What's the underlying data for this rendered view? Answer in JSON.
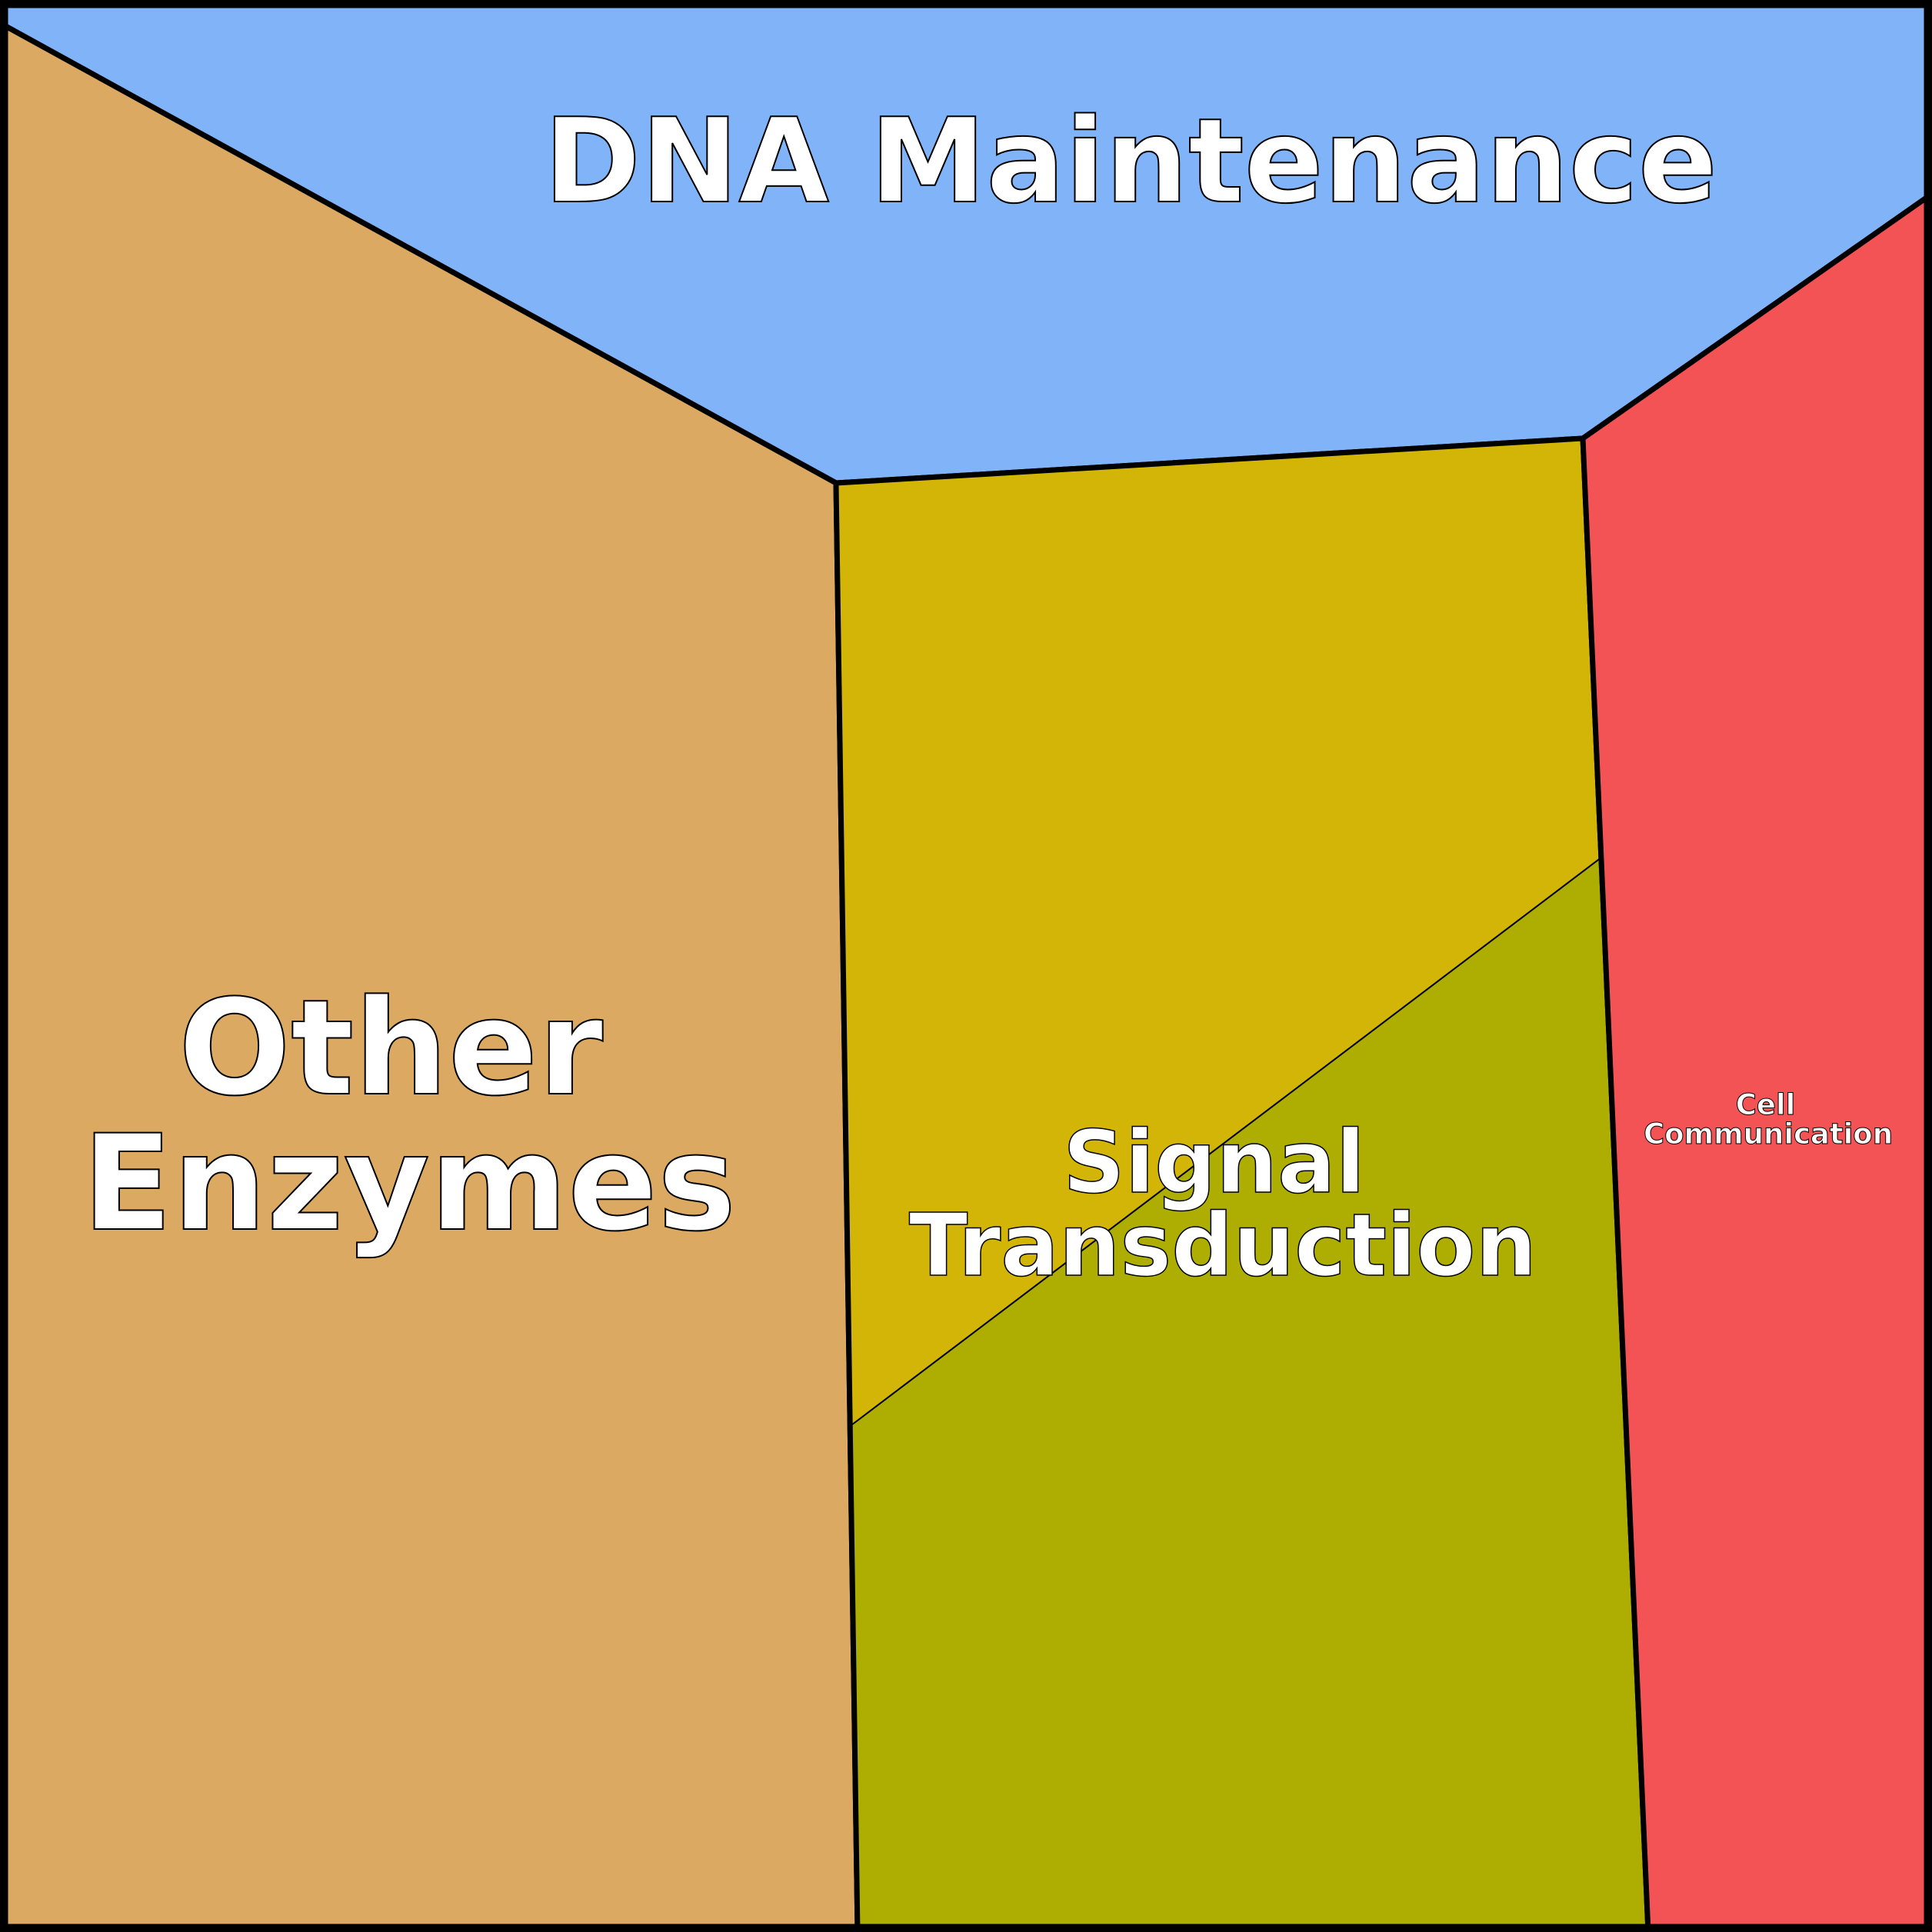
{
  "diagram": {
    "type": "voronoi-treemap",
    "regions": [
      {
        "id": "dna",
        "lines": [
          "DNA Maintenance"
        ],
        "color": "#80b3f7"
      },
      {
        "id": "other",
        "lines": [
          "Other",
          "Enzymes"
        ],
        "color": "#dba962"
      },
      {
        "id": "signal",
        "lines": [
          "Signal",
          "Transduction"
        ],
        "colors": [
          "#d3b508",
          "#adad02"
        ]
      },
      {
        "id": "cell",
        "lines": [
          "Cell",
          "Communication"
        ],
        "color": "#f45356"
      }
    ]
  }
}
